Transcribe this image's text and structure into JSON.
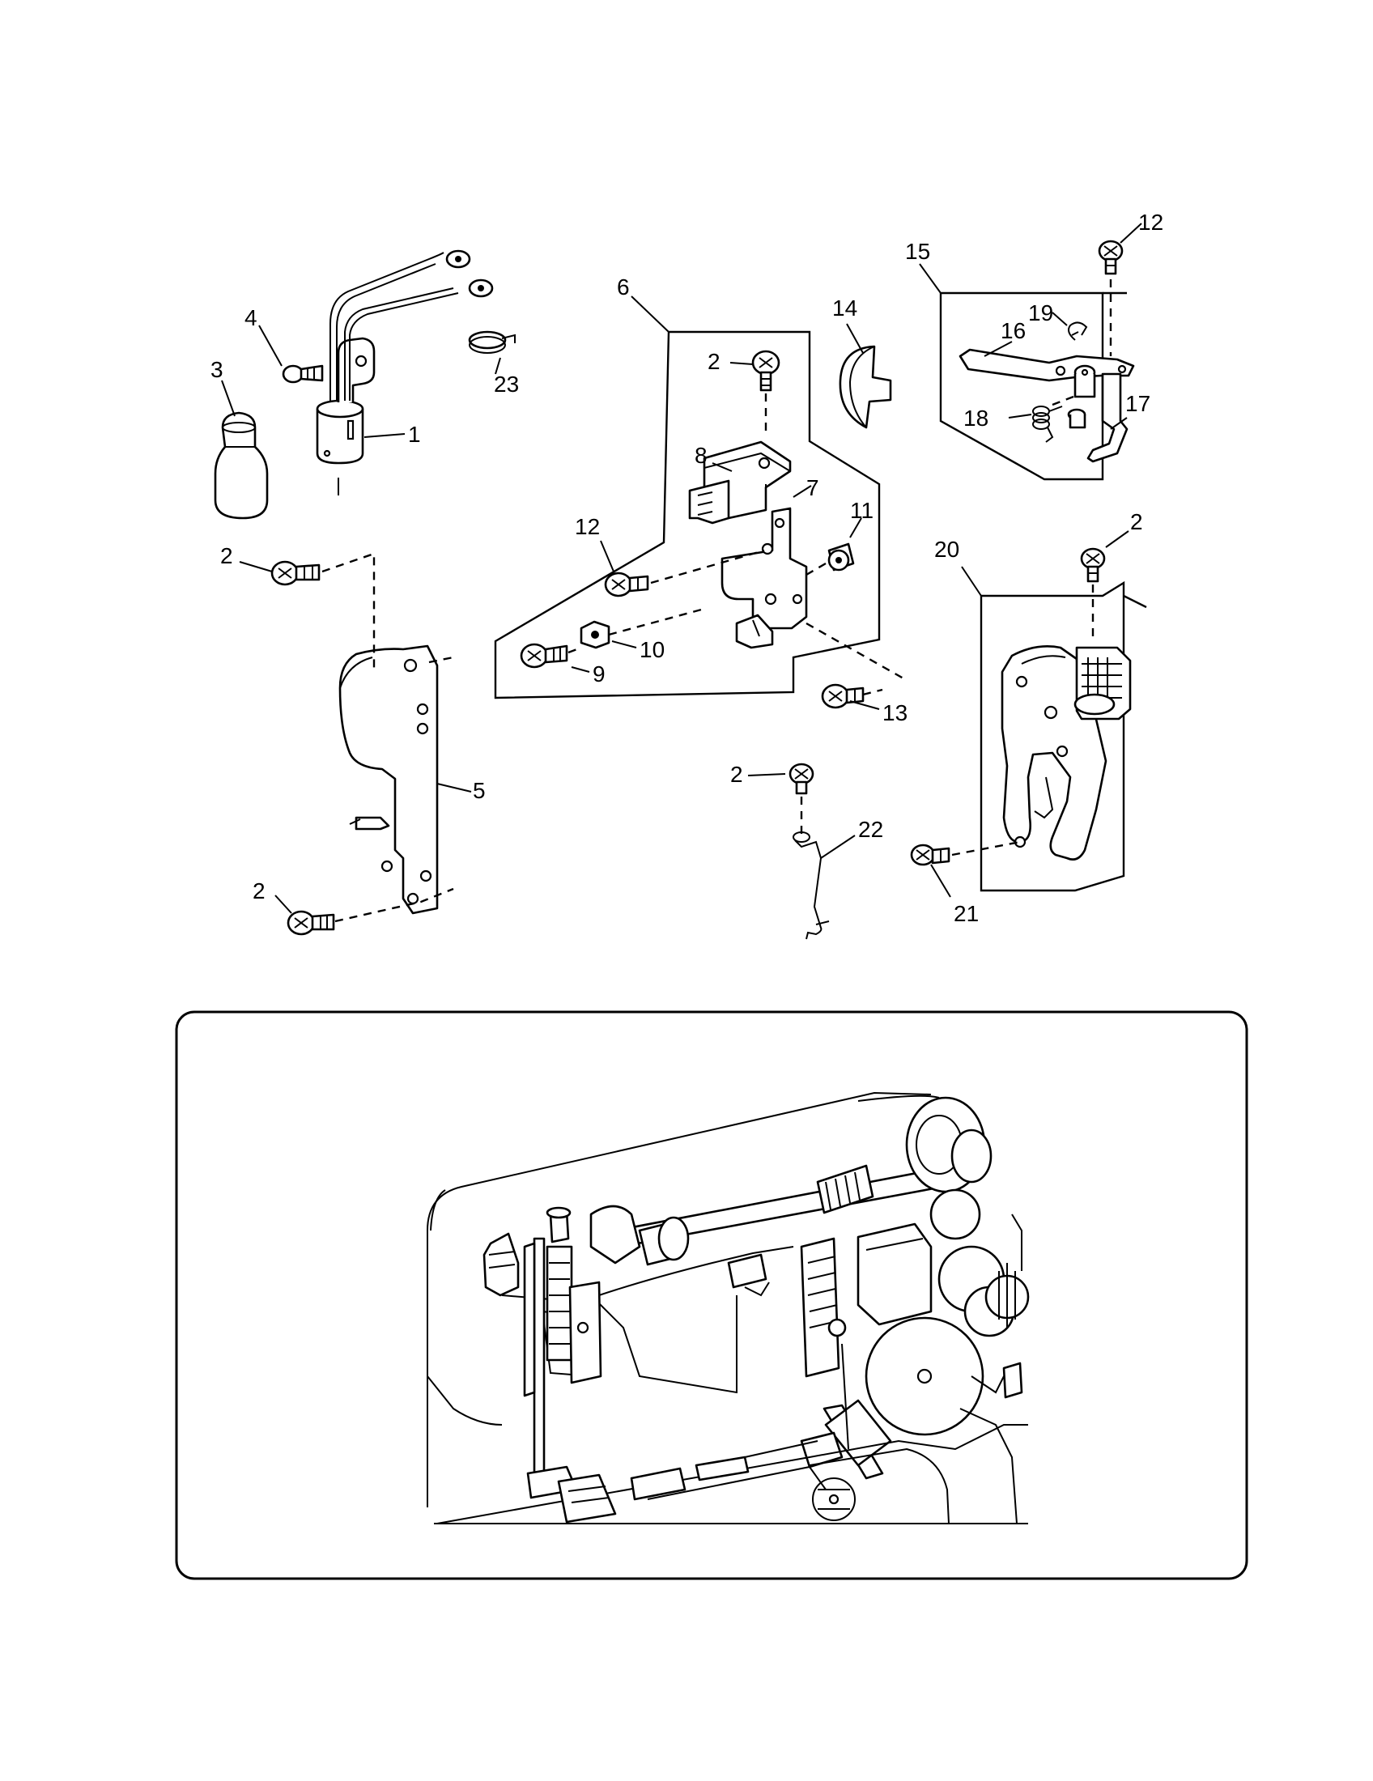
{
  "callouts": [
    {
      "id": "c1",
      "text": "1"
    },
    {
      "id": "c2a",
      "text": "2"
    },
    {
      "id": "c2b",
      "text": "2"
    },
    {
      "id": "c2c",
      "text": "2"
    },
    {
      "id": "c2d",
      "text": "2"
    },
    {
      "id": "c2e",
      "text": "2"
    },
    {
      "id": "c3",
      "text": "3"
    },
    {
      "id": "c4",
      "text": "4"
    },
    {
      "id": "c5",
      "text": "5"
    },
    {
      "id": "c6",
      "text": "6"
    },
    {
      "id": "c7",
      "text": "7"
    },
    {
      "id": "c8",
      "text": "8"
    },
    {
      "id": "c9",
      "text": "9"
    },
    {
      "id": "c10",
      "text": "10"
    },
    {
      "id": "c11",
      "text": "11"
    },
    {
      "id": "c12a",
      "text": "12"
    },
    {
      "id": "c12b",
      "text": "12"
    },
    {
      "id": "c13",
      "text": "13"
    },
    {
      "id": "c14",
      "text": "14"
    },
    {
      "id": "c15",
      "text": "15"
    },
    {
      "id": "c16",
      "text": "16"
    },
    {
      "id": "c17",
      "text": "17"
    },
    {
      "id": "c18",
      "text": "18"
    },
    {
      "id": "c19",
      "text": "19"
    },
    {
      "id": "c20",
      "text": "20"
    },
    {
      "id": "c21",
      "text": "21"
    },
    {
      "id": "c22",
      "text": "22"
    },
    {
      "id": "c23",
      "text": "23"
    }
  ]
}
